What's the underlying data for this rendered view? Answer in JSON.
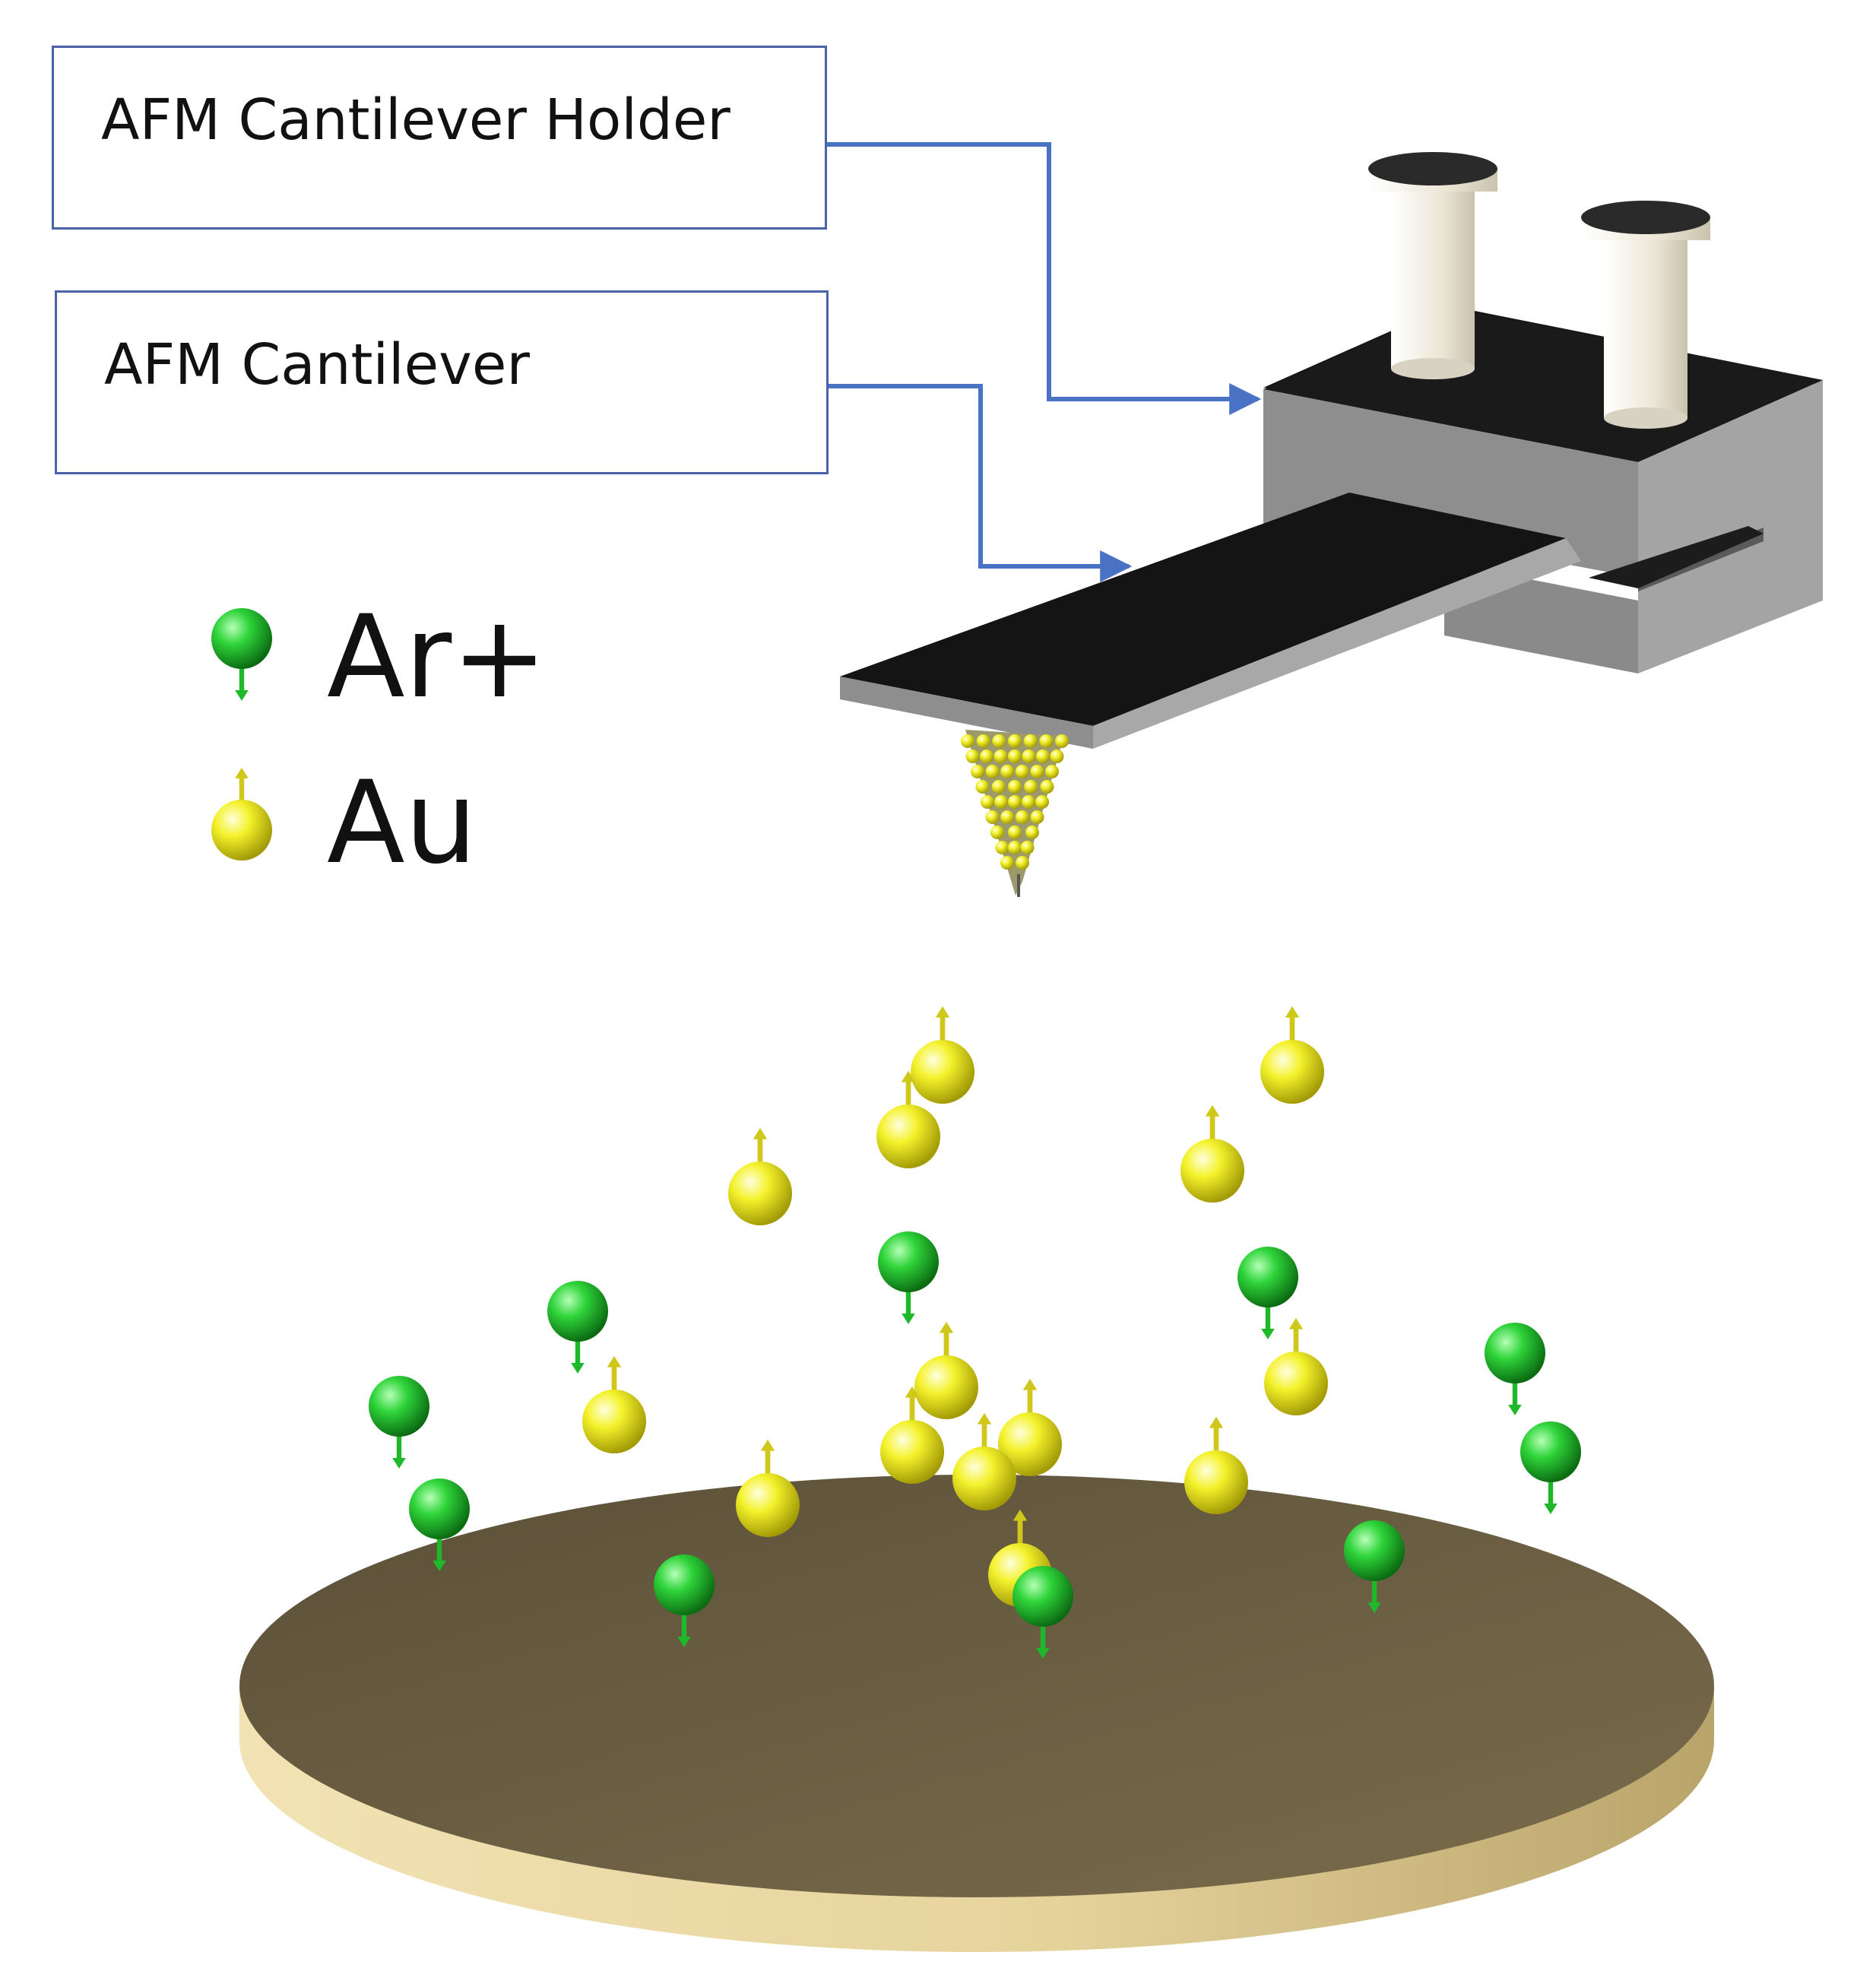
{
  "labels": {
    "holder": "AFM Cantilever Holder",
    "cantilever": "AFM Cantilever"
  },
  "legend": [
    {
      "symbol": "Ar+",
      "color": "#22c12e",
      "arrow": "down"
    },
    {
      "symbol": "Au",
      "color": "#e8e81c",
      "arrow": "up"
    }
  ],
  "colors": {
    "arrow": "#4a72c4",
    "box_border": "#4a62a6",
    "holder_top": "#1a1a1a",
    "holder_side": "#8c8c8c",
    "pin": "#efeadc",
    "cantilever_top": "#141414",
    "cantilever_side": "#909090",
    "substrate_top": "#6a5f45",
    "substrate_edge": "#e4d3a0"
  }
}
